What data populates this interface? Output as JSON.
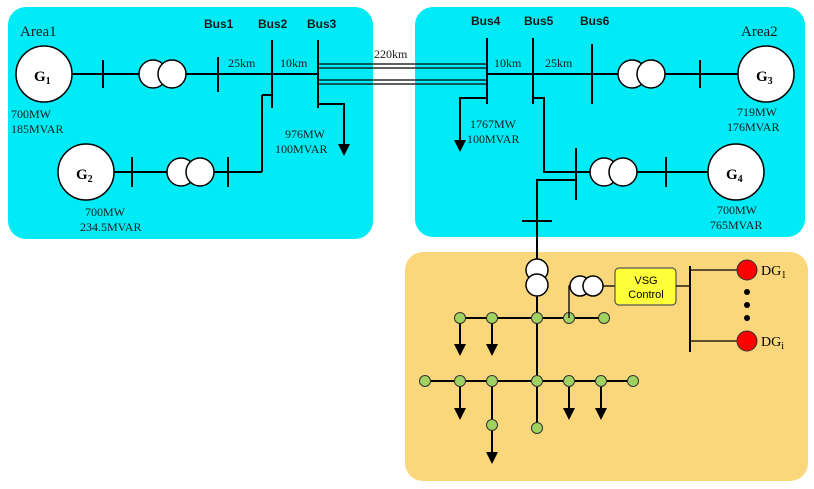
{
  "areas": {
    "area1": "Area1",
    "area2": "Area2"
  },
  "buses": {
    "bus1": "Bus1",
    "bus2": "Bus2",
    "bus3": "Bus3",
    "bus4": "Bus4",
    "bus5": "Bus5",
    "bus6": "Bus6"
  },
  "generators": {
    "g1": {
      "main": "G",
      "sub": "1",
      "power": "700MW",
      "reactive": "185MVAR"
    },
    "g2": {
      "main": "G",
      "sub": "2",
      "power": "700MW",
      "reactive": "234.5MVAR"
    },
    "g3": {
      "main": "G",
      "sub": "3",
      "power": "719MW",
      "reactive": "176MVAR"
    },
    "g4": {
      "main": "G",
      "sub": "4",
      "power": "700MW",
      "reactive": "765MVAR"
    }
  },
  "lines": {
    "bus1_bus2": "25km",
    "bus2_bus3": "10km",
    "tie": "220km",
    "bus4_bus5": "10km",
    "bus5_bus6": "25km"
  },
  "loads": {
    "load3": {
      "power": "976MW",
      "reactive": "100MVAR"
    },
    "load4": {
      "power": "1767MW",
      "reactive": "100MVAR"
    }
  },
  "microgrid": {
    "vsg_line1": "VSG",
    "vsg_line2": "Control",
    "dg_first": {
      "main": "DG",
      "sub": "1"
    },
    "dg_last": {
      "main": "DG",
      "sub": "i"
    }
  },
  "colors": {
    "area_fill": "#00ebf5",
    "microgrid_fill": "#fbd77c",
    "node_fill": "#9fd260",
    "dg_fill": "#ff0000",
    "vsg_fill": "#ffff3a"
  }
}
